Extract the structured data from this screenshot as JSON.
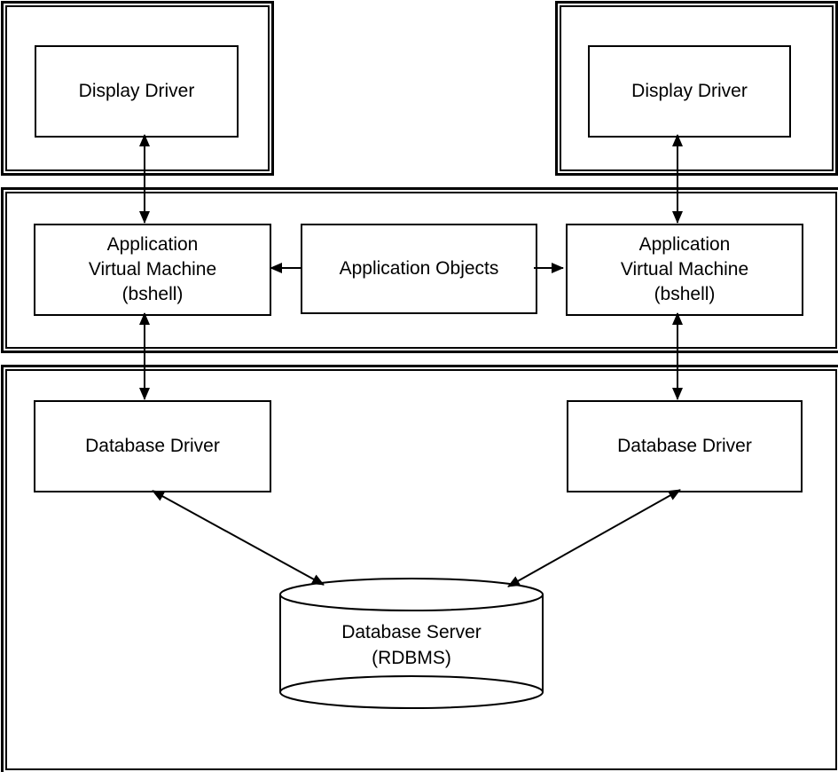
{
  "colors": {
    "line": "#000000",
    "background": "#ffffff"
  },
  "nodes": {
    "display_driver_left": "Display Driver",
    "display_driver_right": "Display Driver",
    "avm_left": "Application\nVirtual Machine\n(bshell)",
    "application_objects": "Application Objects",
    "avm_right": "Application\nVirtual Machine\n(bshell)",
    "database_driver_left": "Database Driver",
    "database_driver_right": "Database Driver",
    "database_server": "Database Server\n(RDBMS)"
  }
}
